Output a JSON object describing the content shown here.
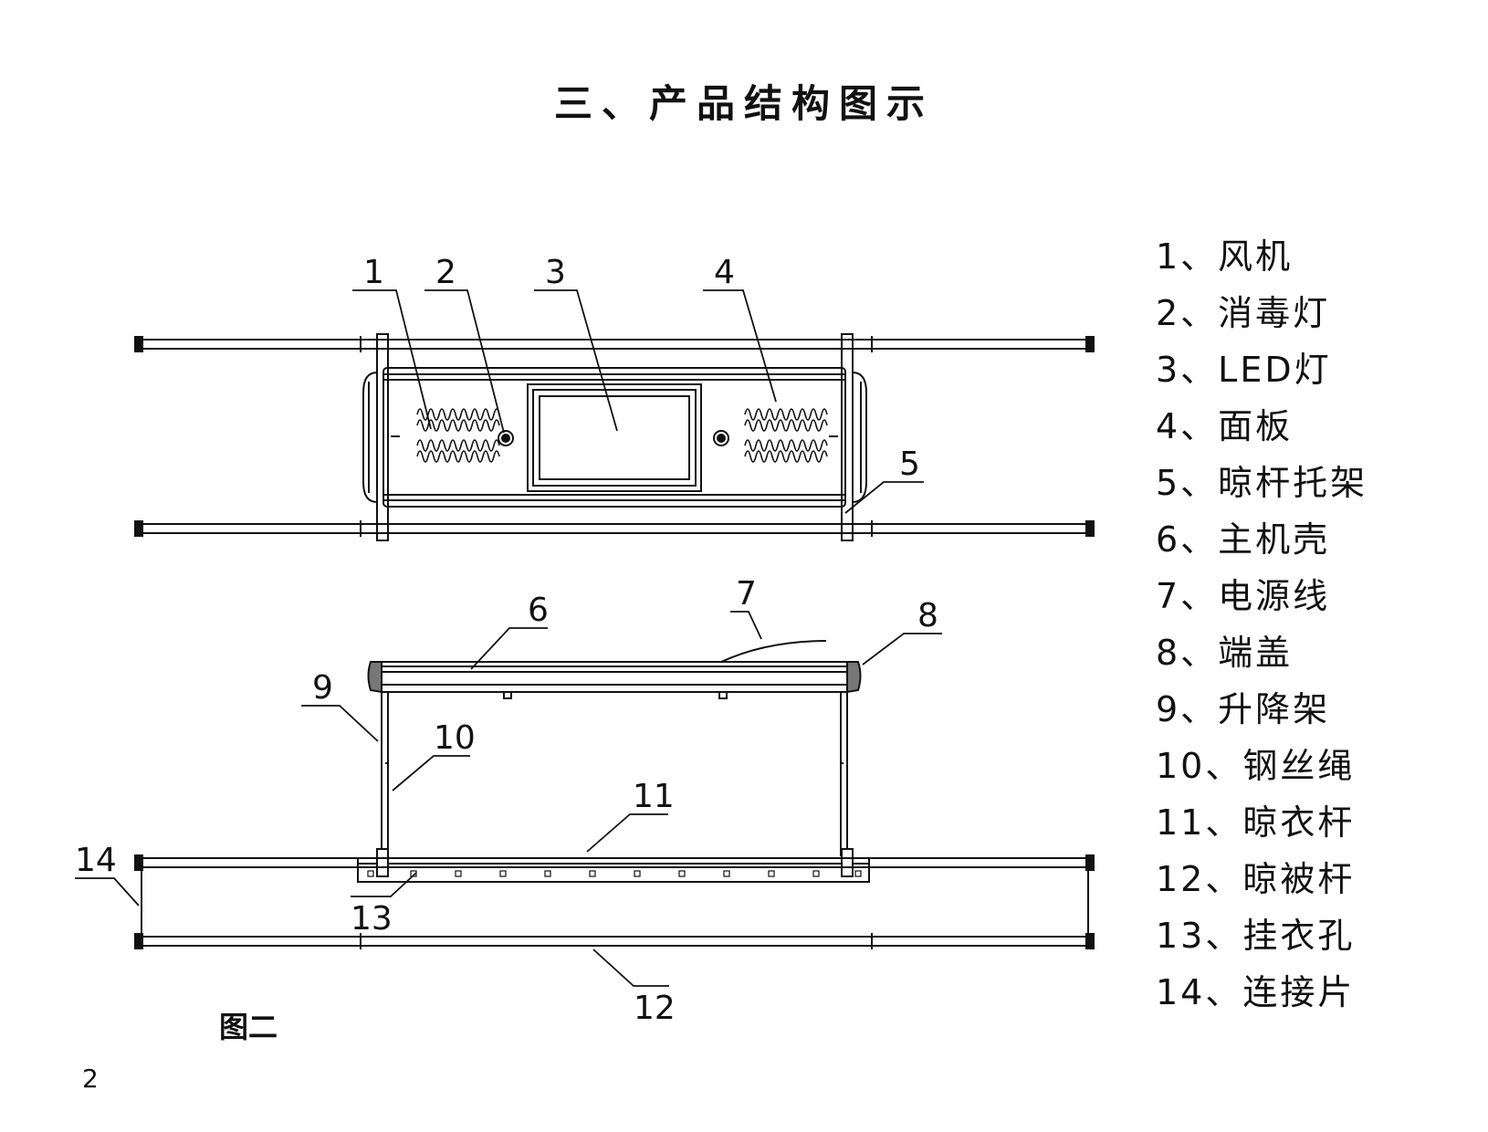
{
  "page": {
    "title": "三、产品结构图示",
    "figure_caption": "图二",
    "page_number": "2"
  },
  "callouts": [
    "1",
    "2",
    "3",
    "4",
    "5",
    "6",
    "7",
    "8",
    "9",
    "10",
    "11",
    "12",
    "13",
    "14"
  ],
  "legend": [
    {
      "label": "1、风机"
    },
    {
      "label": "2、消毒灯"
    },
    {
      "label": "3、LED灯"
    },
    {
      "label": "4、面板"
    },
    {
      "label": "5、晾杆托架"
    },
    {
      "label": "6、主机壳"
    },
    {
      "label": "7、电源线"
    },
    {
      "label": "8、端盖"
    },
    {
      "label": "9、升降架"
    },
    {
      "label": "10、钢丝绳"
    },
    {
      "label": "11、晾衣杆"
    },
    {
      "label": "12、晾被杆"
    },
    {
      "label": "13、挂衣孔"
    },
    {
      "label": "14、连接片"
    }
  ]
}
